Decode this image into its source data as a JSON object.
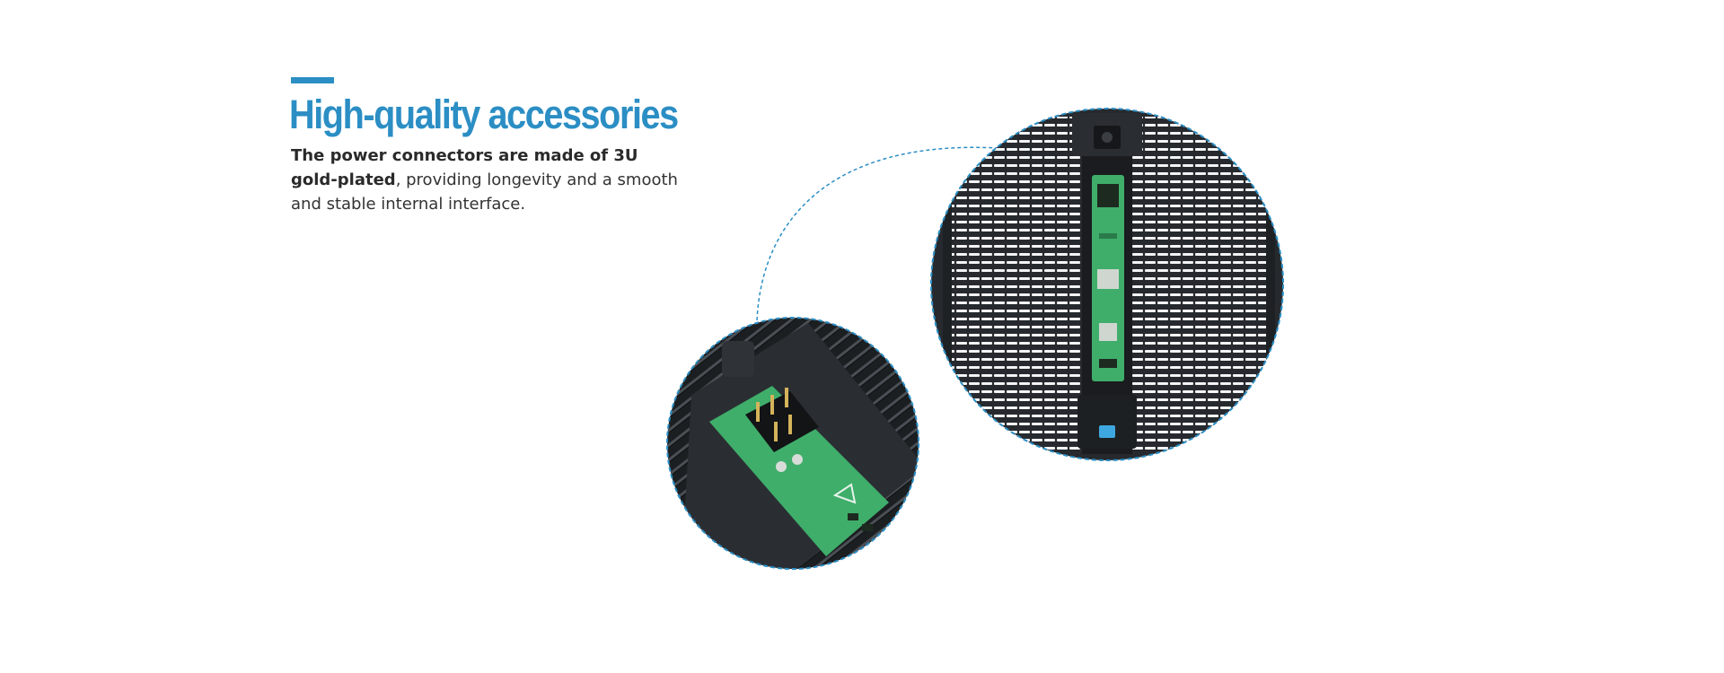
{
  "header": {
    "title": "High-quality accessories"
  },
  "description": {
    "bold_part_1": "The power connectors are made of 3U",
    "bold_part_2": "gold-plated",
    "regular_part_1": ", providing longevity and a smooth",
    "regular_part_2": "and stable internal interface."
  },
  "colors": {
    "accent": "#2b8ec4",
    "text": "#333333",
    "pcb_green": "#3fae6a",
    "panel_dark": "#2a2d31",
    "highlight_blue": "#3fa7e0"
  },
  "images": {
    "large": "led-panel-rear-view",
    "small": "power-connector-closeup"
  }
}
